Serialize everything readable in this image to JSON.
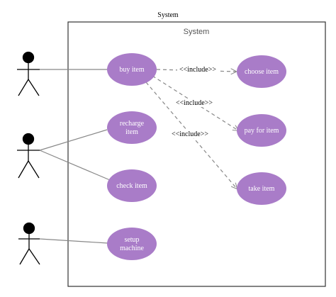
{
  "diagram": {
    "outer_title": "System",
    "boundary_title": "System",
    "use_cases": [
      {
        "id": "buy_item",
        "lines": [
          "buy item"
        ]
      },
      {
        "id": "recharge_item",
        "lines": [
          "recharge",
          "item"
        ]
      },
      {
        "id": "check_item",
        "lines": [
          "check item"
        ]
      },
      {
        "id": "setup_machine",
        "lines": [
          "setup",
          "machine"
        ]
      },
      {
        "id": "choose_item",
        "lines": [
          "choose item"
        ]
      },
      {
        "id": "pay_for_item",
        "lines": [
          "pay for item"
        ]
      },
      {
        "id": "take_item",
        "lines": [
          "take item"
        ]
      }
    ],
    "include_label": "<<include>>",
    "colors": {
      "use_case_fill": "#a97cc8",
      "line": "#888888",
      "boundary": "#333333",
      "actor": "#000000"
    }
  }
}
